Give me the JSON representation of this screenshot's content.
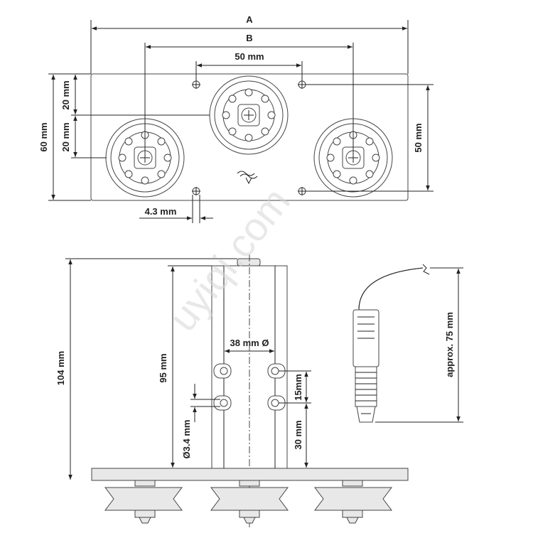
{
  "dimensions": {
    "A": "A",
    "B": "B",
    "spacing_top": "50 mm",
    "height_60": "60 mm",
    "upper_20": "20 mm",
    "lower_20": "20 mm",
    "right_50": "50 mm",
    "hole_4_3": "4.3 mm",
    "total_104": "104 mm",
    "tube_95": "95 mm",
    "diameter_38": "38 mm Ø",
    "hole_3_4": "Ø3.4 mm",
    "gap_15": "15mm",
    "base_30": "30 mm",
    "cable_75": "approx. 75 mm"
  },
  "watermark": "uyiqi.com",
  "colors": {
    "line": "#222222",
    "part_fill": "#e8e8e8",
    "watermark": "#d6d6d6"
  }
}
